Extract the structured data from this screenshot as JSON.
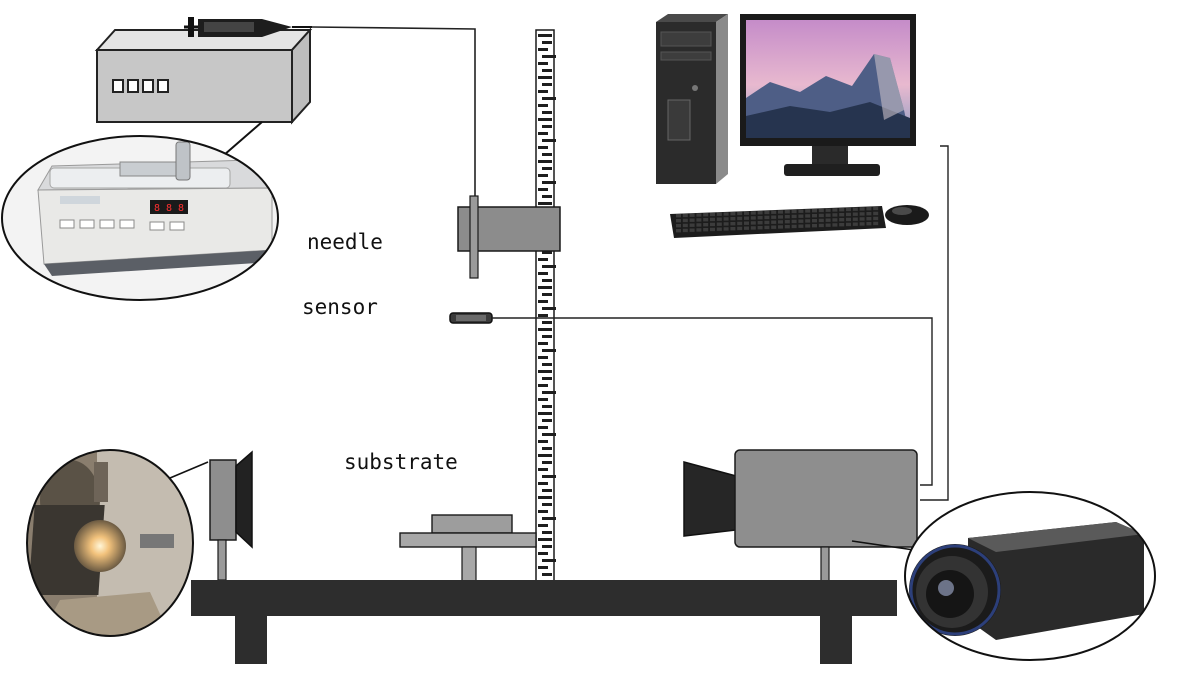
{
  "labels": {
    "needle": "needle",
    "sensor": "sensor",
    "substrate": "substrate"
  },
  "pump_display": "8 8 8",
  "colors": {
    "frame": "#2d2d2d",
    "device_gray": "#8f8f8f",
    "light_gray": "#d7d7d7",
    "dark": "#1b1b1b"
  },
  "icons": {
    "syringe": "syringe-icon",
    "computer": "desktop-computer-icon",
    "camera": "camera-icon",
    "light_source": "light-source-icon"
  }
}
